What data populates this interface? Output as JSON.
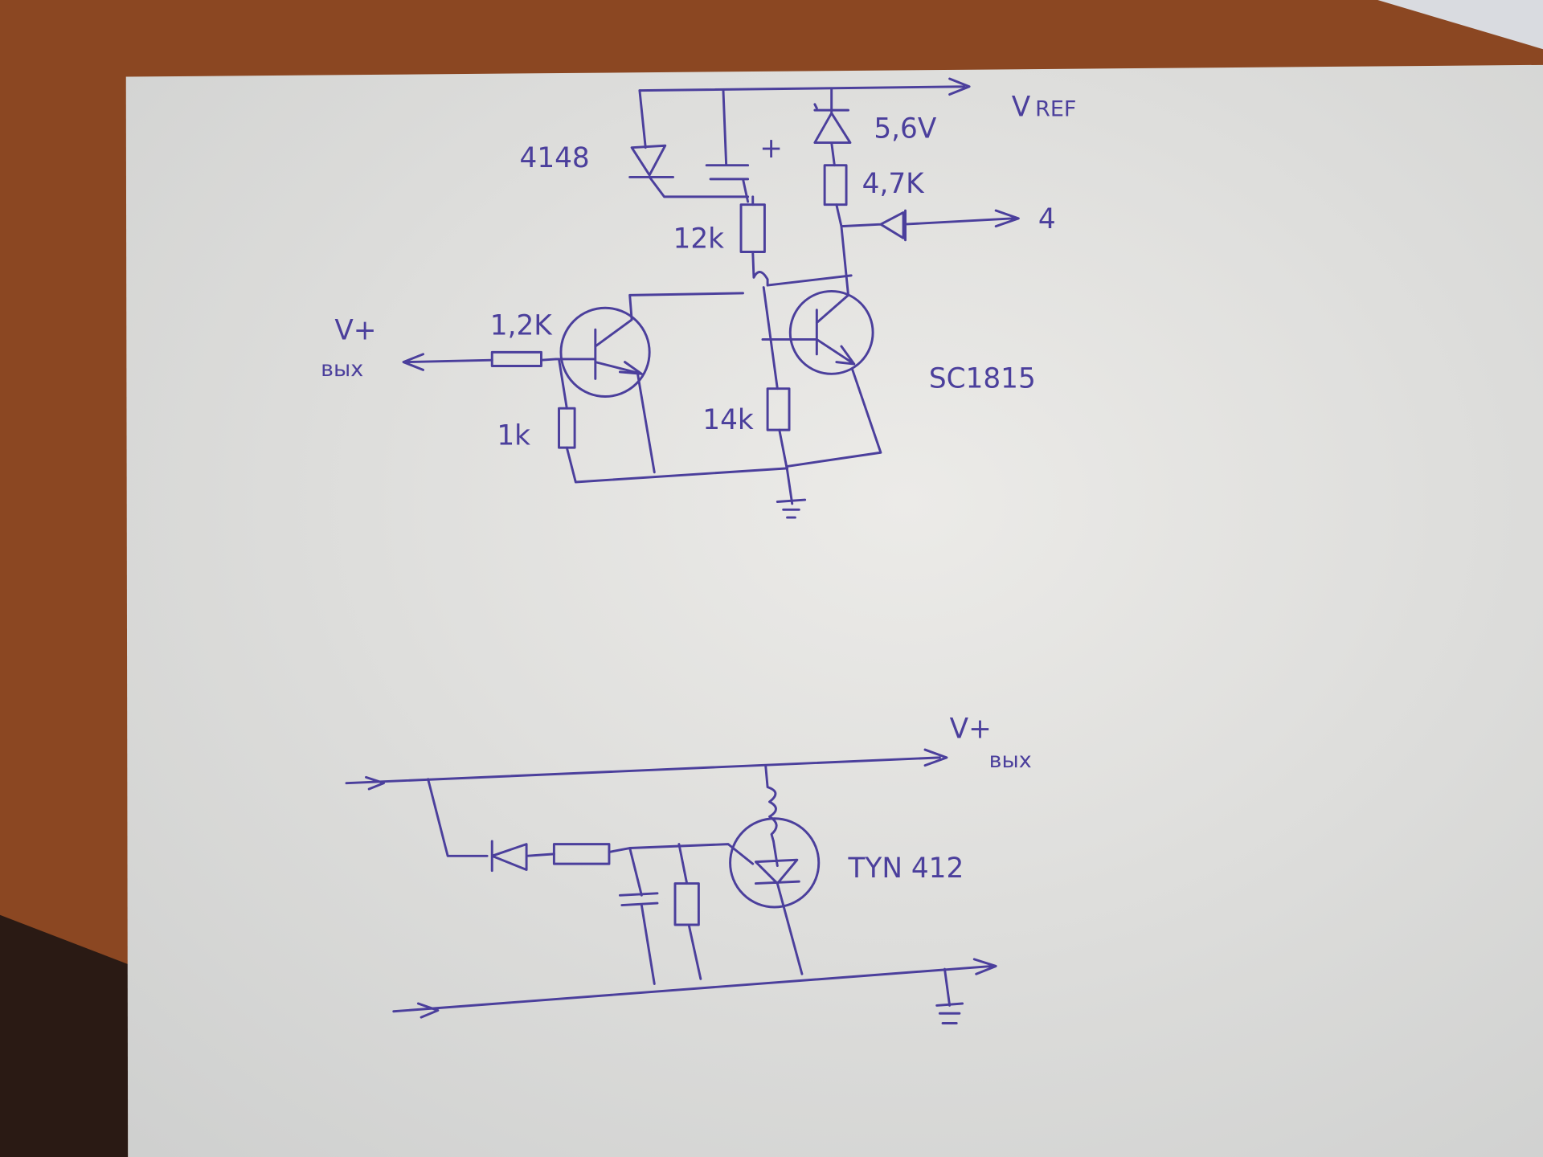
{
  "colors": {
    "ink": "#4b3f9c",
    "paper": "#e4e4e2",
    "table": "#8a4620"
  },
  "top_circuit": {
    "vref_label": "V",
    "vref_sub": "REF",
    "diode_label": "4148",
    "capacitor_plus": "+",
    "zener_label": "5,6V",
    "r_47k_label": "4,7K",
    "output_4_label": "4",
    "r_12k_label": "12k",
    "r_12k_in_label": "1,2K",
    "vout_label": "V+",
    "vout_sub": "вых",
    "r_1k_label": "1k",
    "r_14k_label": "14k",
    "transistor_label": "SC1815"
  },
  "bottom_circuit": {
    "vout_label": "V+",
    "vout_sub": "вых",
    "thyristor_label": "TYN 412"
  }
}
